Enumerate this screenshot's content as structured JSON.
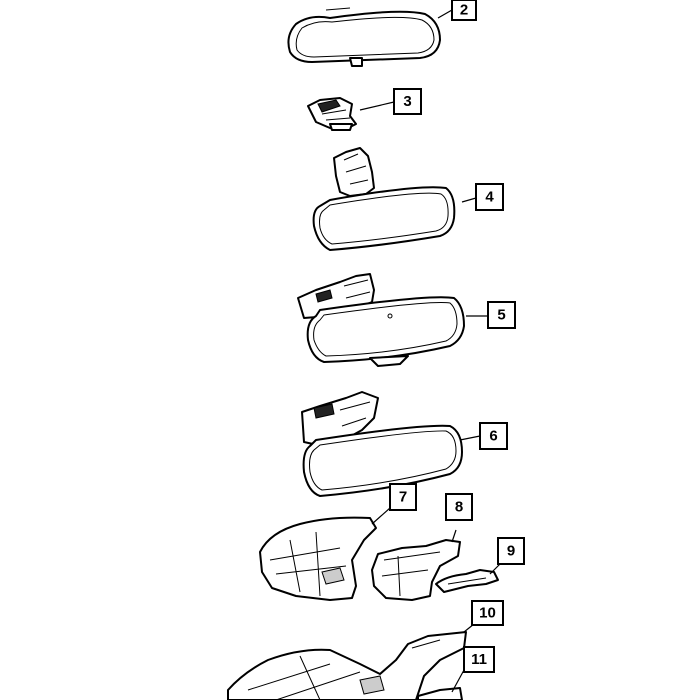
{
  "callouts": [
    {
      "id": "2",
      "label": "2"
    },
    {
      "id": "3",
      "label": "3"
    },
    {
      "id": "4",
      "label": "4"
    },
    {
      "id": "5",
      "label": "5"
    },
    {
      "id": "6",
      "label": "6"
    },
    {
      "id": "7",
      "label": "7"
    },
    {
      "id": "8",
      "label": "8"
    },
    {
      "id": "9",
      "label": "9"
    },
    {
      "id": "10",
      "label": "10"
    },
    {
      "id": "11",
      "label": "11"
    }
  ],
  "colors": {
    "line": "#000000",
    "background": "#ffffff",
    "shading": "#cccccc"
  }
}
